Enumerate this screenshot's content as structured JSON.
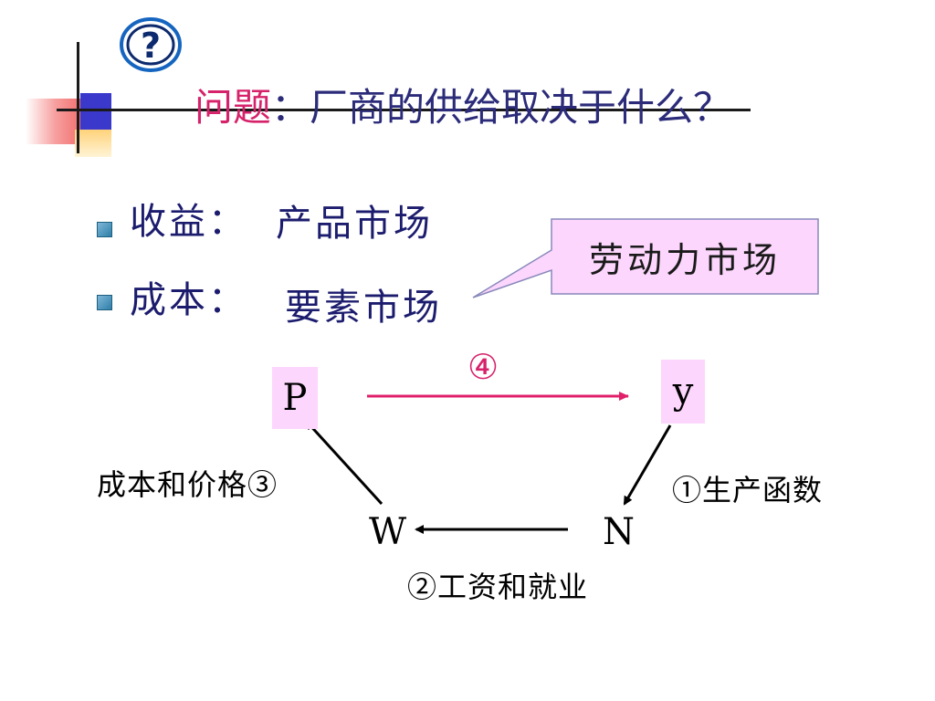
{
  "header": {
    "title_highlight": "问题",
    "title_rest": "：厂商的供给取决于什么？",
    "badge_symbol": "?"
  },
  "bullets": [
    {
      "label": "收益：",
      "value": "产品市场"
    },
    {
      "label": "成本：",
      "value": "要素市场"
    }
  ],
  "callout": {
    "text": "劳动力市场"
  },
  "diagram": {
    "nodes": {
      "P": "P",
      "y": "y",
      "W": "W",
      "N": "N"
    },
    "step_4": "④",
    "label_1": "①生产函数",
    "label_2": "②工资和就业",
    "label_3": "成本和价格③"
  },
  "colors": {
    "title": "#2b2b7a",
    "highlight": "#d6226a",
    "node_fill": "#fcd6fc",
    "callout_fill": "#fcd6fc"
  }
}
